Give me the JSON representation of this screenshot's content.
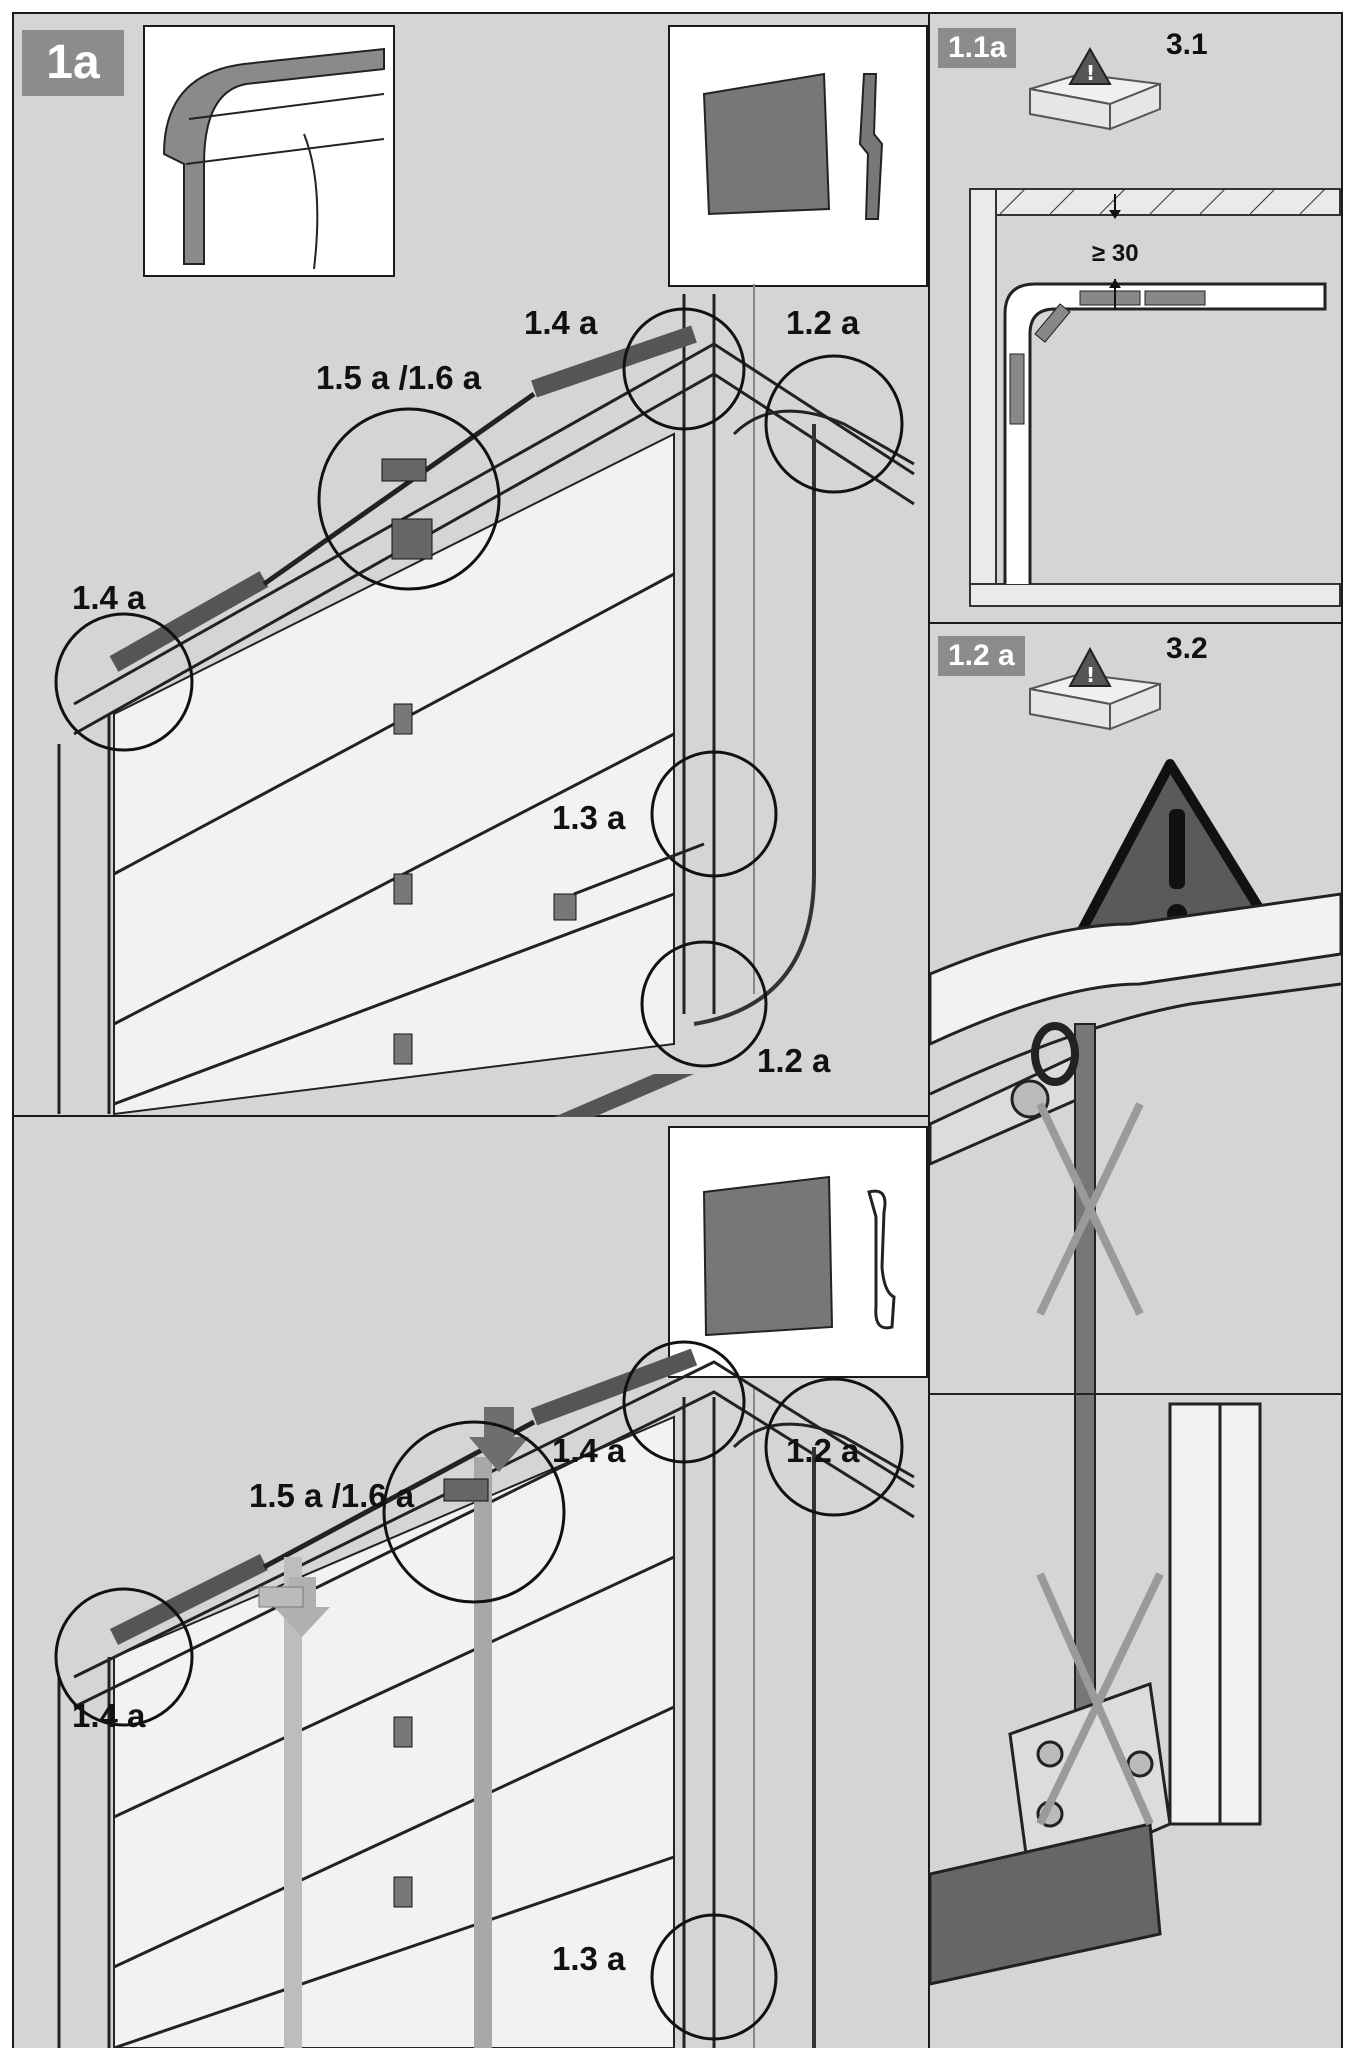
{
  "panels": {
    "main": {
      "tag": "1a",
      "labels": {
        "torsion_left": "1.4 a",
        "torsion_right": "1.4 a",
        "cable_top": "1.2 a",
        "cable_bottom": "1.2 a",
        "center_bearing": "1.5 a /1.6 a",
        "lock_bracket": "1.3 a"
      }
    },
    "main_bottom": {
      "labels": {
        "torsion_left": "1.4 a",
        "torsion_right": "1.4 a",
        "cable_top": "1.2 a",
        "center_bearing": "1.5 a /1.6 a",
        "lock_bracket": "1.3 a"
      }
    },
    "detail_11a": {
      "tag": "1.1a",
      "ref": "3.1",
      "dimension": "≥ 30"
    },
    "detail_12a": {
      "tag": "1.2 a",
      "ref": "3.2"
    }
  },
  "colors": {
    "background": "#d5d5d5",
    "tag": "#8c8c8c",
    "line": "#1a1a1a",
    "panel_fill": "#f2f2f2",
    "cross": "#9a9a9a"
  }
}
